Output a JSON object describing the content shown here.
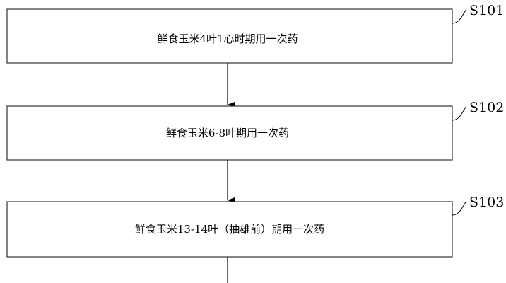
{
  "steps": [
    {
      "label": "S101",
      "text": "鲜食玉米4叶1心时期用一次药"
    },
    {
      "label": "S102",
      "text": "鲜食玉米6-8叶期用一次药"
    },
    {
      "label": "S103",
      "text": "鲜食玉米13-14叶（抽雄前）期用一次药"
    }
  ]
}
